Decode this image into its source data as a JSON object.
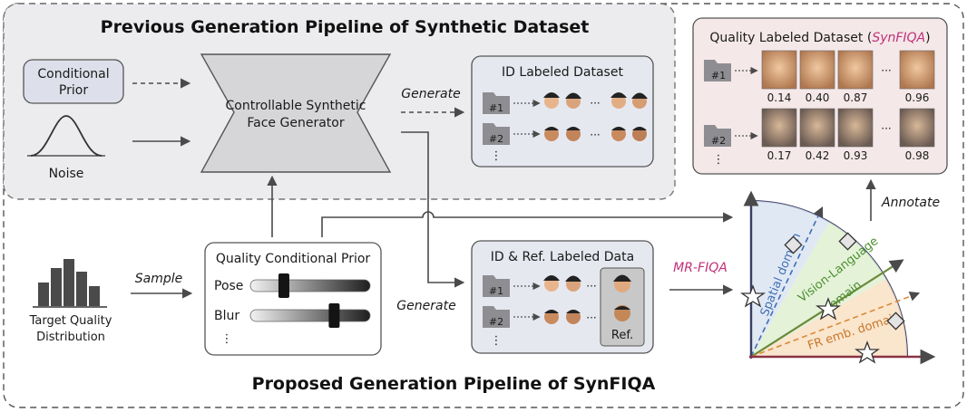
{
  "titles": {
    "previous": "Previous Generation Pipeline of Synthetic Dataset",
    "proposed": "Proposed Generation Pipeline of SynFIQA"
  },
  "prior_box": {
    "line1": "Conditional",
    "line2": "Prior"
  },
  "noise_label": "Noise",
  "generator": {
    "line1": "Controllable Synthetic",
    "line2": "Face Generator"
  },
  "labels": {
    "generate_top": "Generate",
    "generate_bottom": "Generate",
    "sample": "Sample",
    "annotate": "Annotate",
    "mr_fiqa": "MR-FIQA",
    "dots": "⋮",
    "ellipsis": "···"
  },
  "id_dataset": {
    "title": "ID Labeled Dataset",
    "folders": [
      "#1",
      "#2"
    ]
  },
  "quality_dataset": {
    "title_prefix": "Quality Labeled Dataset (",
    "title_name": "SynFIQA",
    "title_suffix": ")",
    "folders": [
      "#1",
      "#2"
    ],
    "row1_scores": [
      "0.14",
      "0.40",
      "0.87",
      "0.96"
    ],
    "row2_scores": [
      "0.17",
      "0.42",
      "0.93",
      "0.98"
    ]
  },
  "target": {
    "line1": "Target Quality",
    "line2": "Distribution"
  },
  "qcp": {
    "title": "Quality Conditional Prior",
    "sliders": [
      "Pose",
      "Blur"
    ],
    "pose_level": 0.28,
    "blur_level": 0.7
  },
  "ref_data": {
    "title": "ID & Ref. Labeled Data",
    "folders": [
      "#1",
      "#2"
    ],
    "ref_label": "Ref."
  },
  "domains": {
    "spatial": "Spatial domain",
    "vl_line1": "Vision-Language",
    "vl_line2": "domain",
    "fr": "FR emb. domain"
  },
  "colors": {
    "spatial": "#3f6fb3",
    "vision_language": "#5aa33a",
    "fr": "#d98a3a",
    "synfiqa": "#c0307a",
    "axis": "#3a3f66"
  }
}
